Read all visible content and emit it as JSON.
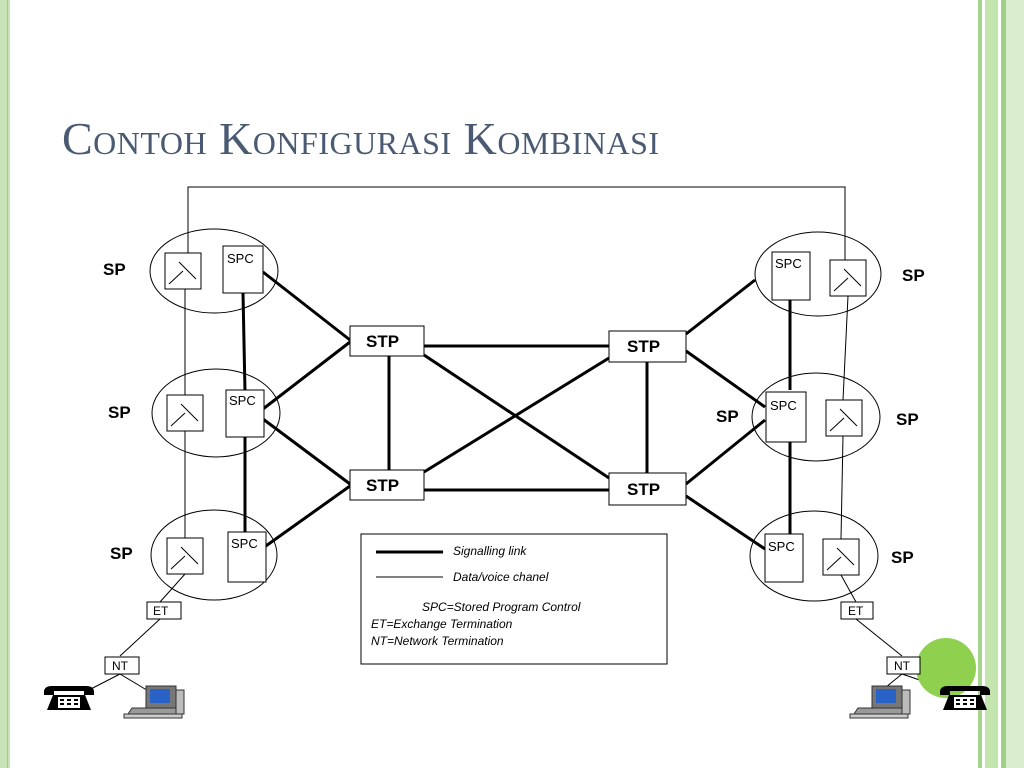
{
  "slide": {
    "title": "Contoh Konfigurasi Kombinasi"
  },
  "diagram": {
    "sp_label": "SP",
    "spc_label": "SPC",
    "stp_label": "STP",
    "et_label": "ET",
    "nt_label": "NT"
  },
  "legend": {
    "signalling_link": "Signalling link",
    "data_voice": "Data/voice chanel",
    "spc_def": "SPC=Stored  Program Control",
    "et_def": "ET=Exchange Termination",
    "nt_def": "NT=Network Termination"
  },
  "colors": {
    "title": "#4a5a73",
    "accent_circle": "#8fd14f",
    "border_green": "#a6d58a"
  }
}
